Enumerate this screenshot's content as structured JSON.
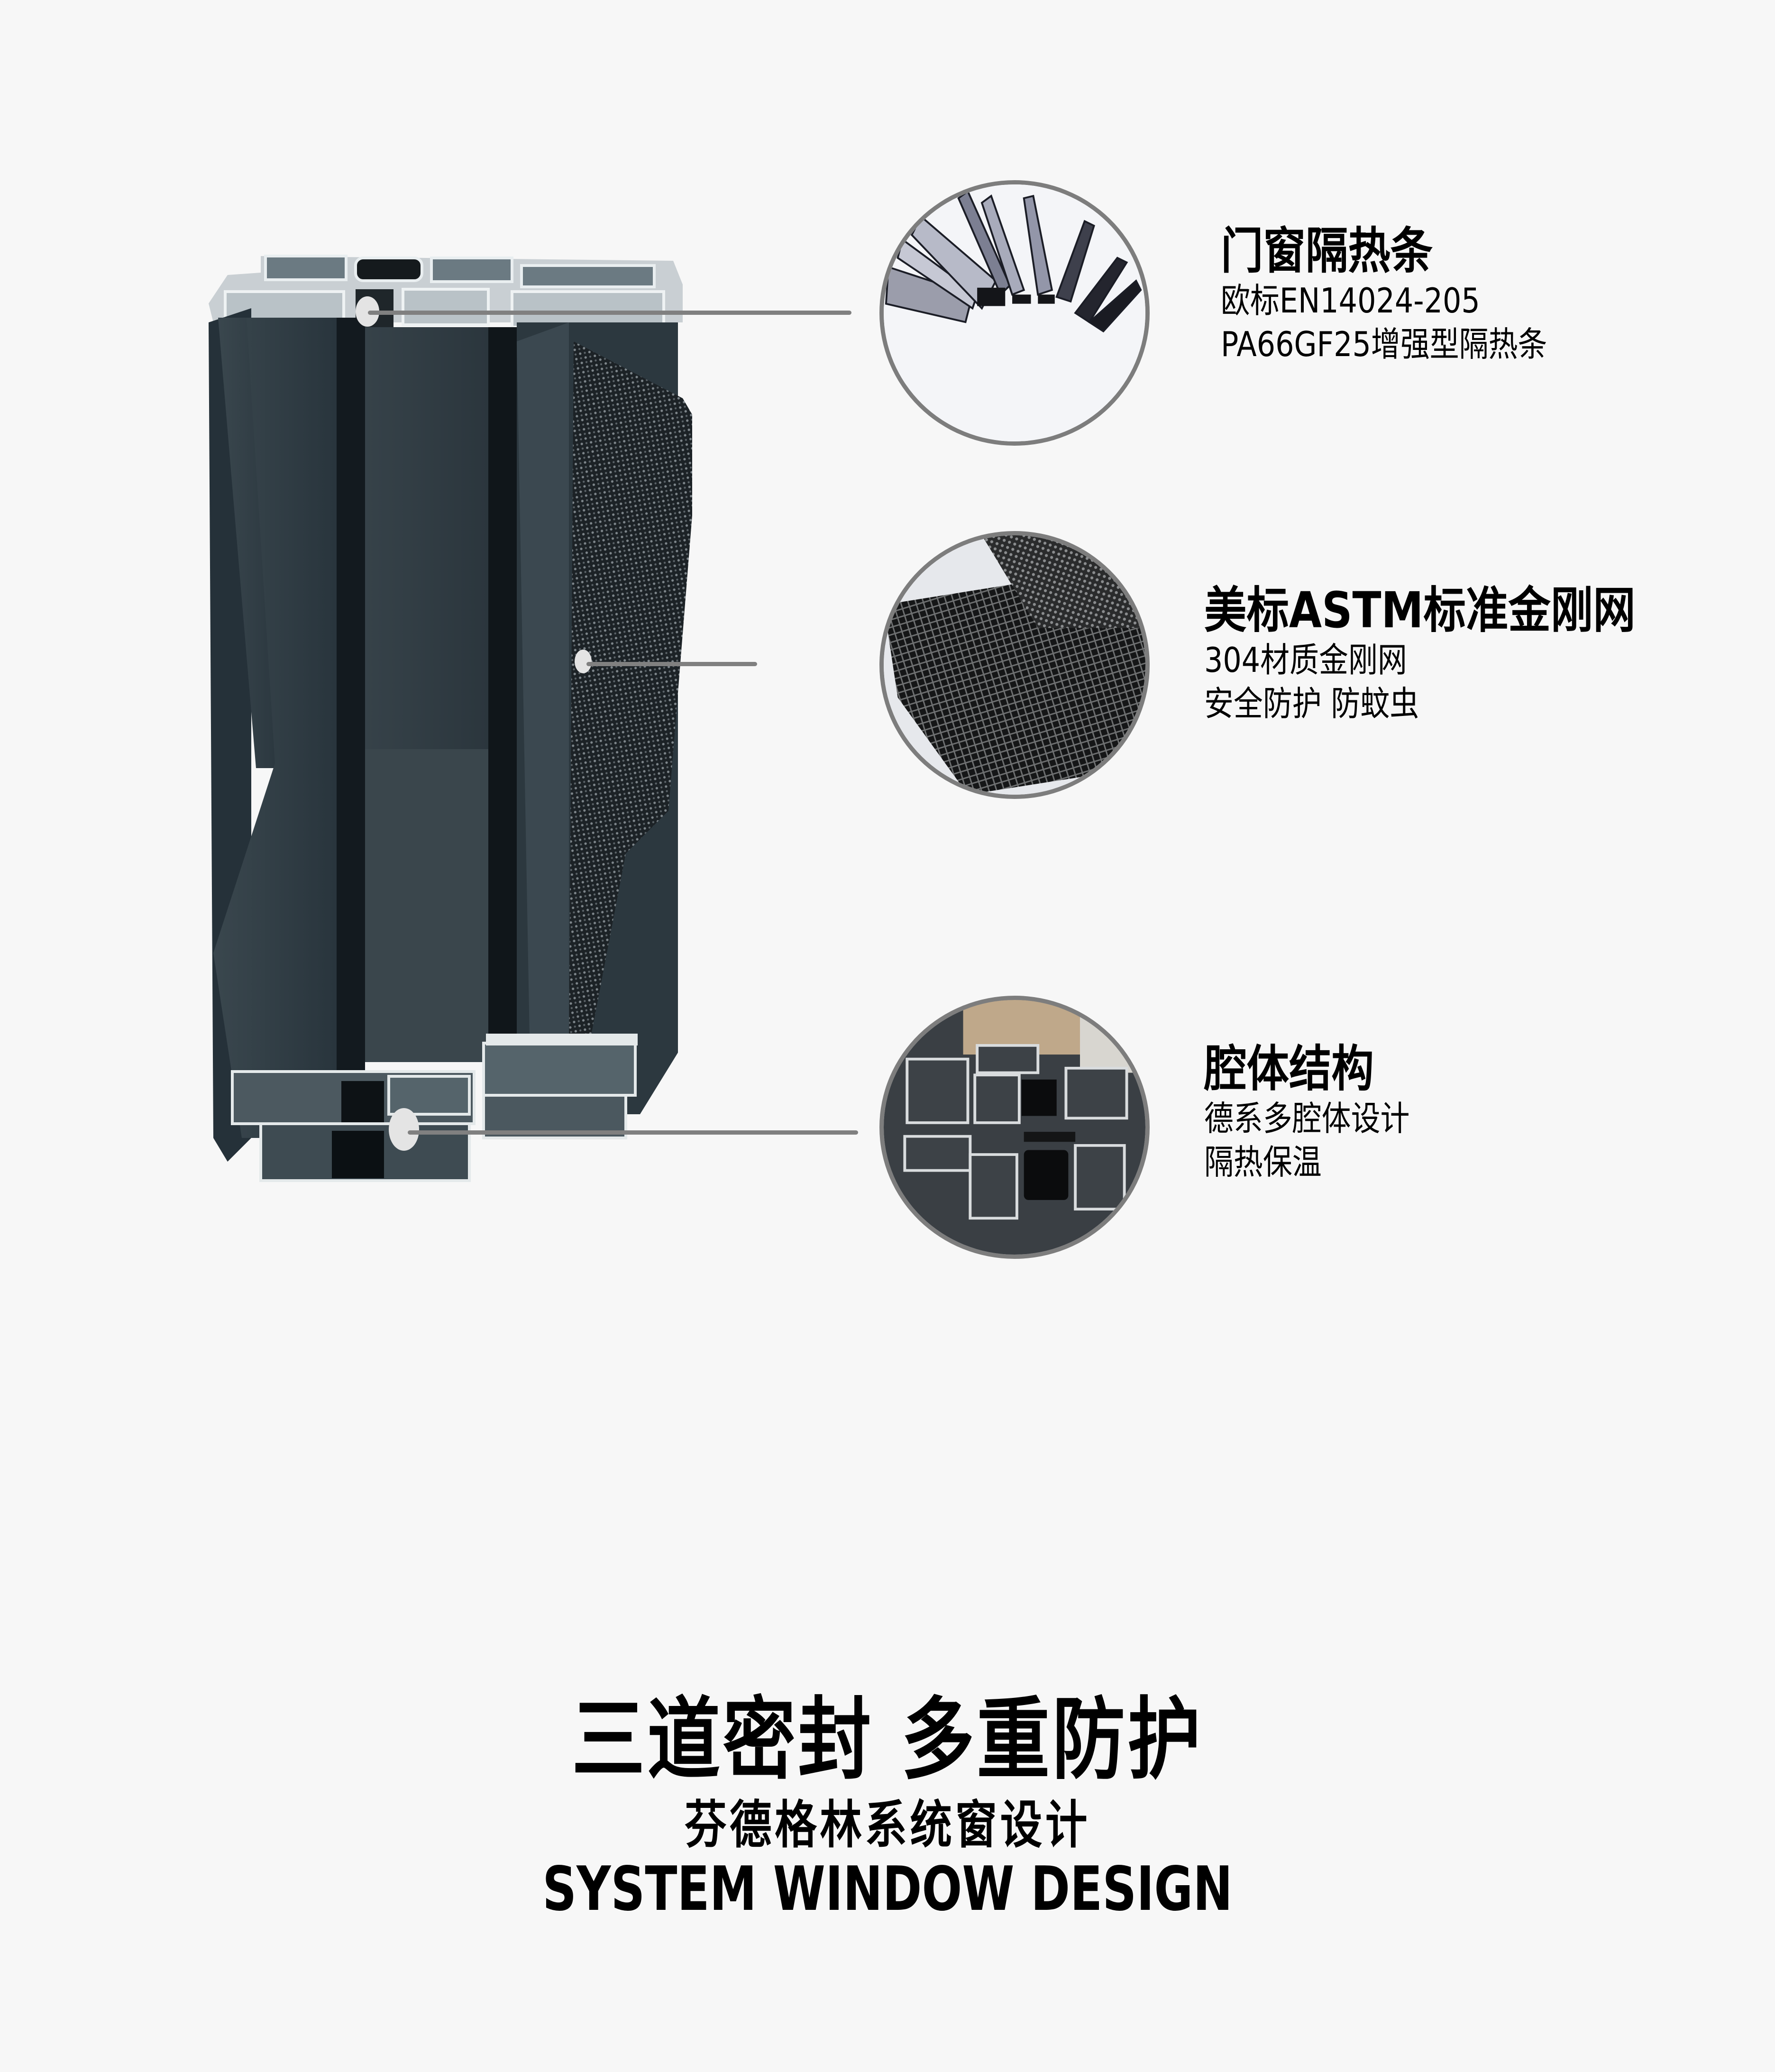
{
  "page": {
    "background_color": "#f7f7f7",
    "accent_line_color": "#808080",
    "bubble_border_color": "#7d7d7d",
    "profile_color": "#2f3b41"
  },
  "features": [
    {
      "title": "门窗隔热条",
      "lines": [
        "欧标EN14024-205",
        "PA66GF25增强型隔热条"
      ],
      "image": "thermal-break-strips"
    },
    {
      "title": "美标ASTM标准金刚网",
      "lines": [
        "304材质金刚网",
        "安全防护 防蚊虫"
      ],
      "image": "stainless-steel-mesh"
    },
    {
      "title": "腔体结构",
      "lines": [
        "德系多腔体设计",
        "隔热保温"
      ],
      "image": "multi-chamber-profile-section"
    }
  ],
  "main_image": "aluminum-window-profile-cross-section-with-screen-mesh",
  "footer": {
    "headline": "三道密封 多重防护",
    "subheadline": "芬德格林系统窗设计",
    "english": "SYSTEM WINDOW DESIGN"
  }
}
